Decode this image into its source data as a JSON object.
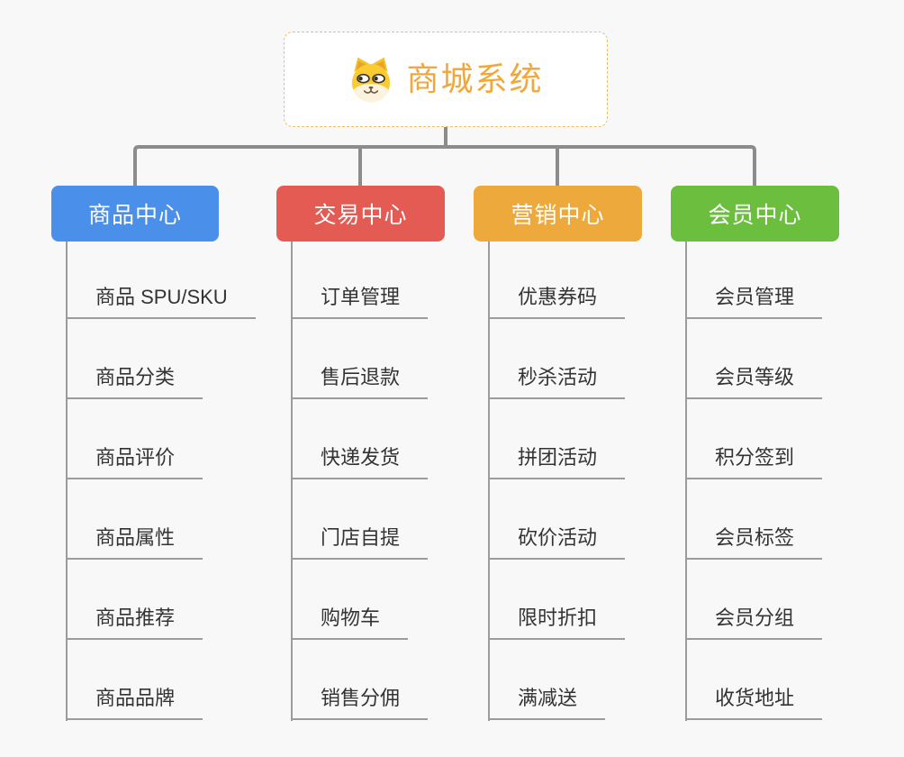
{
  "root": {
    "title": "商城系统",
    "icon": "dog-face-icon"
  },
  "branches": [
    {
      "label": "商品中心",
      "color": "#4A8FEA",
      "items": [
        "商品 SPU/SKU",
        "商品分类",
        "商品评价",
        "商品属性",
        "商品推荐",
        "商品品牌"
      ]
    },
    {
      "label": "交易中心",
      "color": "#E45B54",
      "items": [
        "订单管理",
        "售后退款",
        "快递发货",
        "门店自提",
        "购物车",
        "销售分佣"
      ]
    },
    {
      "label": "营销中心",
      "color": "#EEA93C",
      "items": [
        "优惠券码",
        "秒杀活动",
        "拼团活动",
        "砍价活动",
        "限时折扣",
        "满减送"
      ]
    },
    {
      "label": "会员中心",
      "color": "#6CBE3E",
      "items": [
        "会员管理",
        "会员等级",
        "积分签到",
        "会员标签",
        "会员分组",
        "收货地址"
      ]
    }
  ],
  "colors": {
    "background": "#F8F8F8",
    "root_text": "#F0A73C",
    "root_border": "#F2BC66",
    "connector": "#8C8C8C",
    "leaf_line": "#9C9C9C",
    "leaf_text": "#333333"
  }
}
